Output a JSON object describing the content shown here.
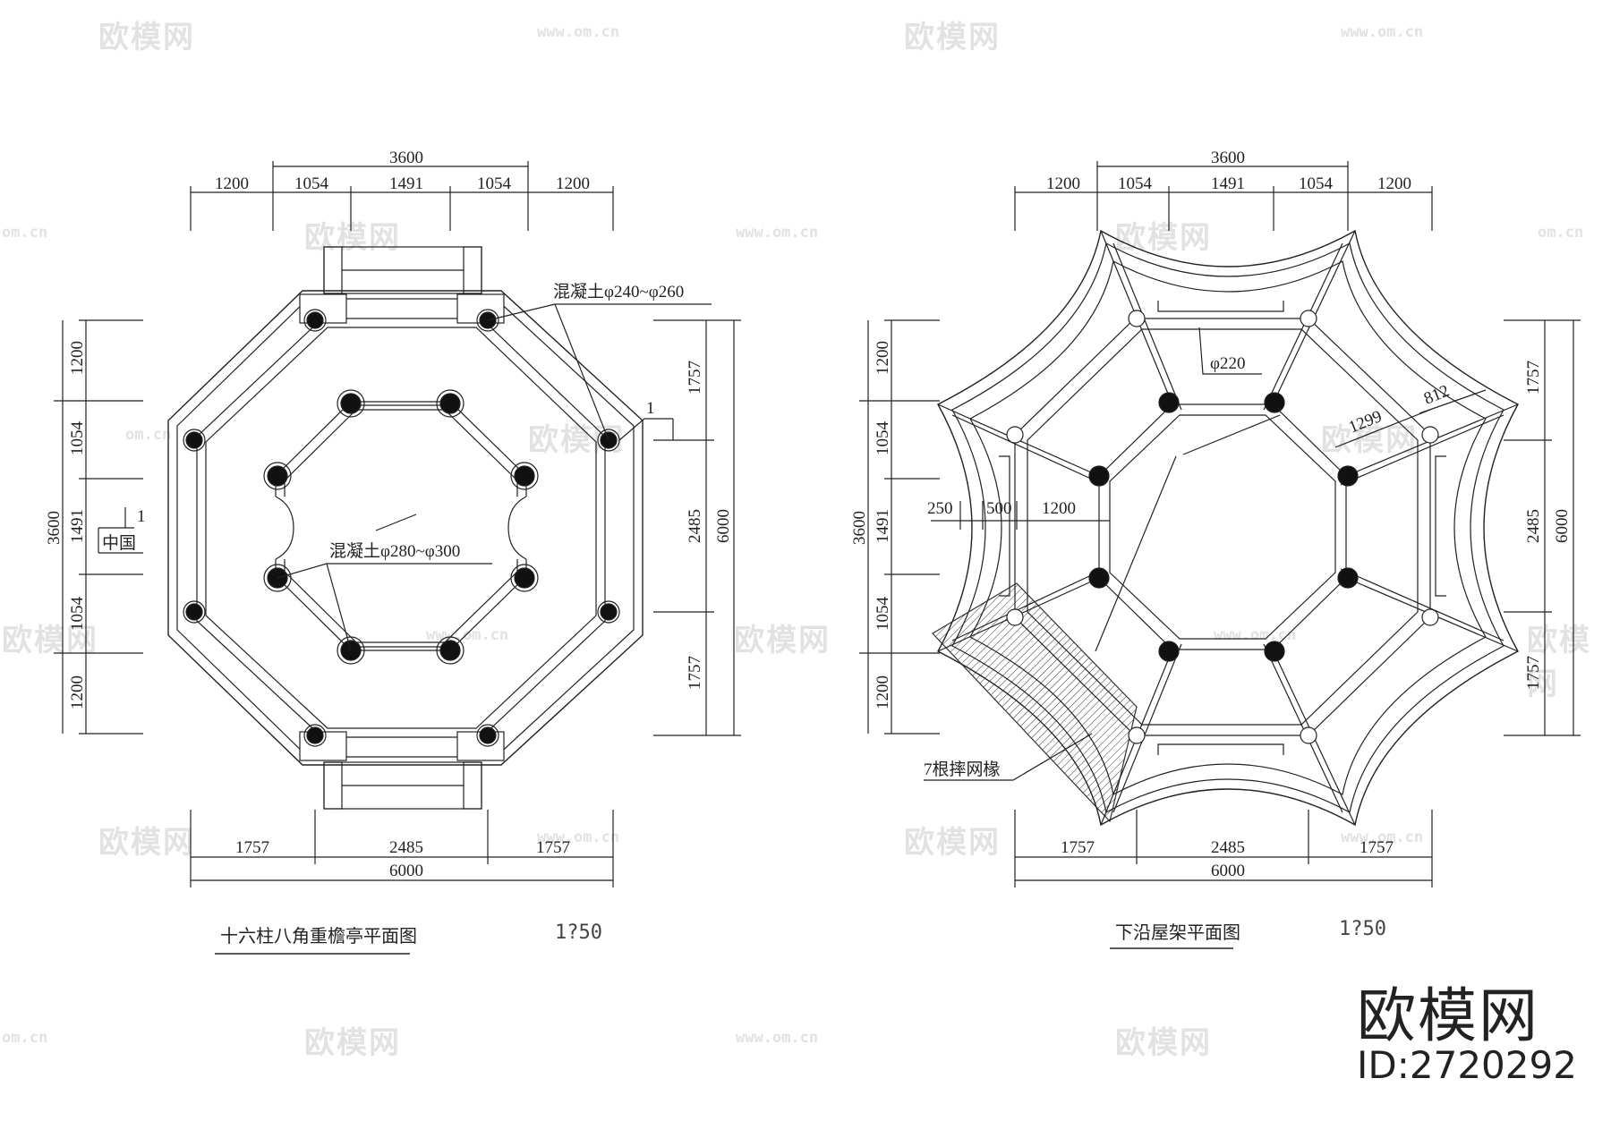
{
  "watermark": {
    "logo_text": "欧模网",
    "url_text": "www.om.cn",
    "short_url_text": "om.cn"
  },
  "brand": {
    "name": "欧模网",
    "id_label": "ID:2720292"
  },
  "left_plan": {
    "title": "十六柱八角重檐亭平面图",
    "scale": "1?50",
    "top_total": "3600",
    "top_segments": [
      "1200",
      "1054",
      "1491",
      "1054",
      "1200"
    ],
    "bottom_segments": [
      "1757",
      "2485",
      "1757"
    ],
    "bottom_total": "6000",
    "left_segments": [
      "1200",
      "1054",
      "1491",
      "1054",
      "1200"
    ],
    "left_total": "3600",
    "right_segments": [
      "1757",
      "2485",
      "1757"
    ],
    "right_total": "6000",
    "outer_column_note": "混凝土φ240~φ260",
    "inner_column_note": "混凝土φ280~φ300",
    "section_mark": "1",
    "section_mark_left": "1",
    "section_label": "中国"
  },
  "right_plan": {
    "title": "下沿屋架平面图",
    "scale": "1?50",
    "top_total": "3600",
    "top_segments": [
      "1200",
      "1054",
      "1491",
      "1054",
      "1200"
    ],
    "bottom_segments": [
      "1757",
      "2485",
      "1757"
    ],
    "bottom_total": "6000",
    "left_segments": [
      "1200",
      "1054",
      "1491",
      "1054",
      "1200"
    ],
    "left_total": "3600",
    "right_segments": [
      "1757",
      "2485",
      "1757"
    ],
    "right_total": "6000",
    "column_note": "φ220",
    "dim_1299": "1299",
    "dim_812": "812",
    "dim_250": "250",
    "dim_500": "500",
    "dim_1200": "1200",
    "rafter_note": "7根摔网椽"
  }
}
